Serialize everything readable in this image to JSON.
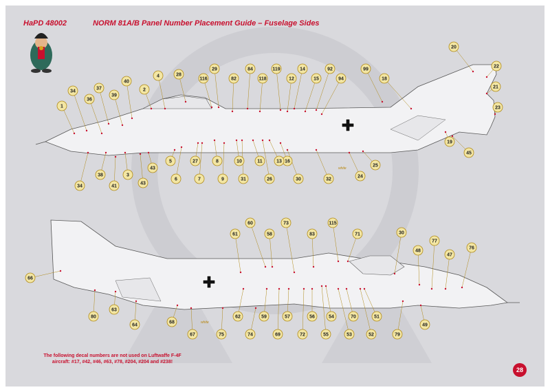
{
  "header": {
    "code": "HaPD 48002",
    "title": "NORM 81A/B Panel Number Placement Guide – Fuselage Sides"
  },
  "colors": {
    "brand_red": "#c8102e",
    "badge_fill": "#f3e6a3",
    "badge_stroke": "#b08a1a",
    "background": "#d9d9dd",
    "aircraft": "#f2f2f4"
  },
  "mascot": {
    "icon": "cartoon-soldier-mascot-icon"
  },
  "marking": {
    "icon": "iron-cross-icon",
    "white_label": "white"
  },
  "top_view": {
    "callouts": [
      "20",
      "22",
      "21",
      "23",
      "99",
      "18",
      "92",
      "94",
      "14",
      "12",
      "15",
      "119",
      "84",
      "82",
      "118",
      "29",
      "116",
      "28",
      "4",
      "2",
      "40",
      "39",
      "37",
      "36",
      "34",
      "1",
      "19",
      "45",
      "25",
      "24",
      "32",
      "30",
      "16",
      "13",
      "26",
      "11",
      "31",
      "10",
      "9",
      "8",
      "7",
      "27",
      "6",
      "5",
      "43",
      "3",
      "41",
      "38",
      "34",
      "43"
    ]
  },
  "bottom_view": {
    "callouts": [
      "66",
      "80",
      "63",
      "64",
      "68",
      "67",
      "60",
      "61",
      "58",
      "73",
      "83",
      "115",
      "71",
      "30",
      "48",
      "77",
      "76",
      "47",
      "62",
      "59",
      "74",
      "75",
      "69",
      "57",
      "72",
      "56",
      "55",
      "54",
      "53",
      "70",
      "51",
      "52",
      "79",
      "49"
    ]
  },
  "footer": {
    "note": "The following decal numbers are not used on Luftwaffe F-4F aircraft: #17, #42, #46, #63, #78, #204, #204 and #238!",
    "page": "28"
  }
}
